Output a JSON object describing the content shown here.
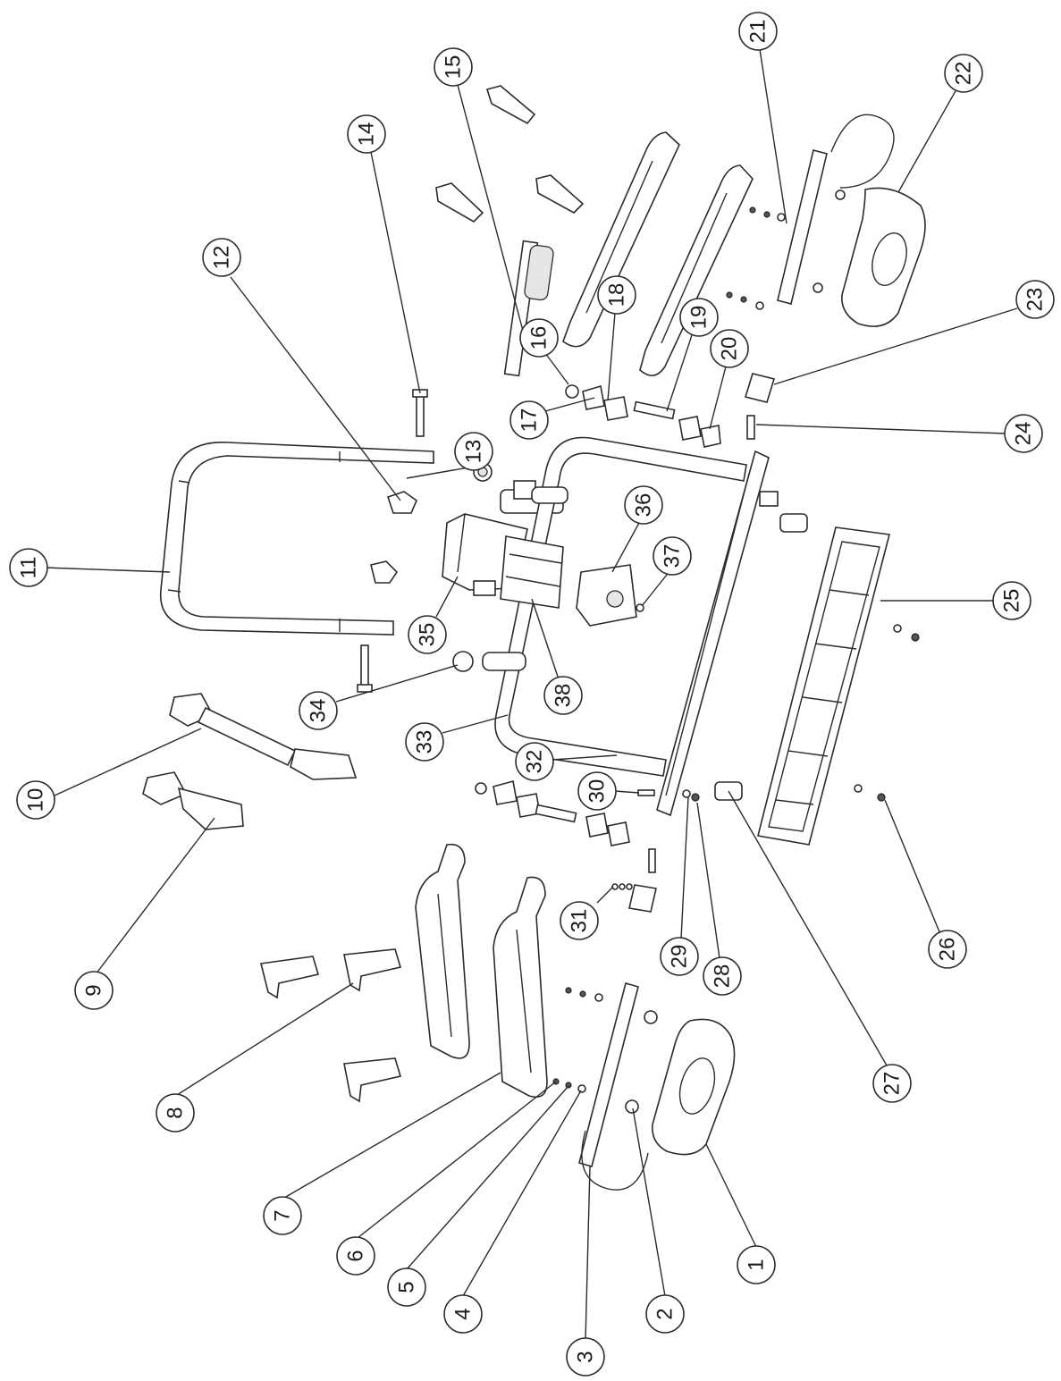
{
  "diagram": {
    "type": "exploded parts diagram",
    "callouts": [
      "1",
      "2",
      "3",
      "4",
      "5",
      "6",
      "7",
      "8",
      "9",
      "10",
      "11",
      "12",
      "13",
      "14",
      "15",
      "16",
      "17",
      "18",
      "19",
      "20",
      "21",
      "22",
      "23",
      "24",
      "25",
      "26",
      "27",
      "28",
      "29",
      "30",
      "31",
      "32",
      "33",
      "34",
      "35",
      "36",
      "37",
      "38"
    ]
  },
  "colors": {
    "line": "#2b2b2b",
    "background": "#ffffff",
    "fill": "#e6e6e6"
  }
}
